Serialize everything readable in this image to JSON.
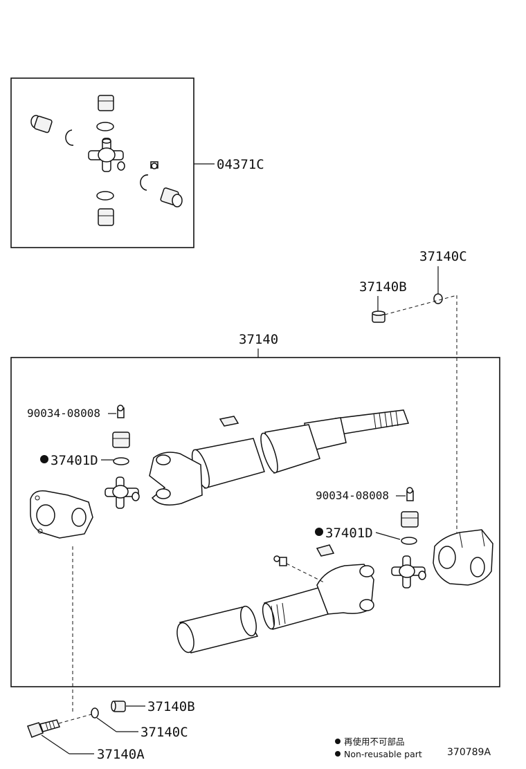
{
  "labels": {
    "kit": "04371C",
    "shaft_assy": "37140",
    "nut_top": "37140B",
    "washer_top": "37140C",
    "grease_fitting_front": "90034-08008",
    "grease_fitting_rear": "90034-08008",
    "snap_ring_front": "37401D",
    "snap_ring_rear": "37401D",
    "nut_bottom": "37140B",
    "washer_bottom": "37140C",
    "bolt_bottom": "37140A"
  },
  "legend": {
    "non_reusable_ja": "再使用不可部品",
    "non_reusable_en": "Non-reusable part"
  },
  "illustration_code": "370789A"
}
